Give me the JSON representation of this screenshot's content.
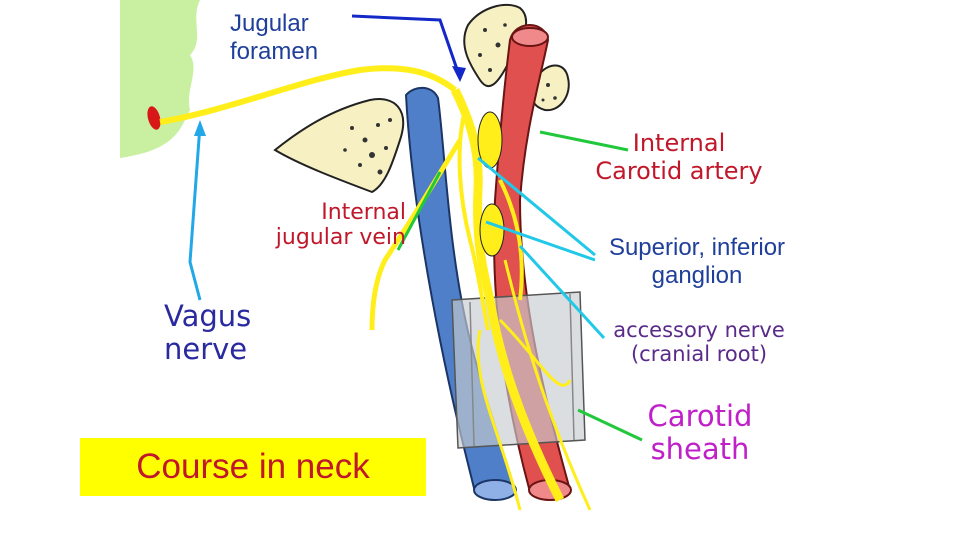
{
  "labels": {
    "jugular_foramen": "Jugular\nforamen",
    "internal_jugular_vein": "Internal\njugular vein",
    "vagus_nerve": "Vagus\nnerve",
    "internal_carotid_artery": "Internal\nCarotid artery",
    "ganglion": "Superior, inferior\nganglion",
    "accessory_nerve": "accessory nerve\n(cranial root)",
    "carotid_sheath": "Carotid\nsheath",
    "course": "Course in neck"
  },
  "colors": {
    "vein": "#4f7fc8",
    "artery": "#e0504f",
    "nerve": "#ffee1a",
    "bone": "#f6f0c2",
    "skull_base": "#c8f0a0",
    "sheath": "#c8ccd0",
    "pointer_blue": "#1428c8",
    "pointer_cyan": "#22c8e8",
    "pointer_green": "#22c83c",
    "highlight": "#ffff00"
  }
}
